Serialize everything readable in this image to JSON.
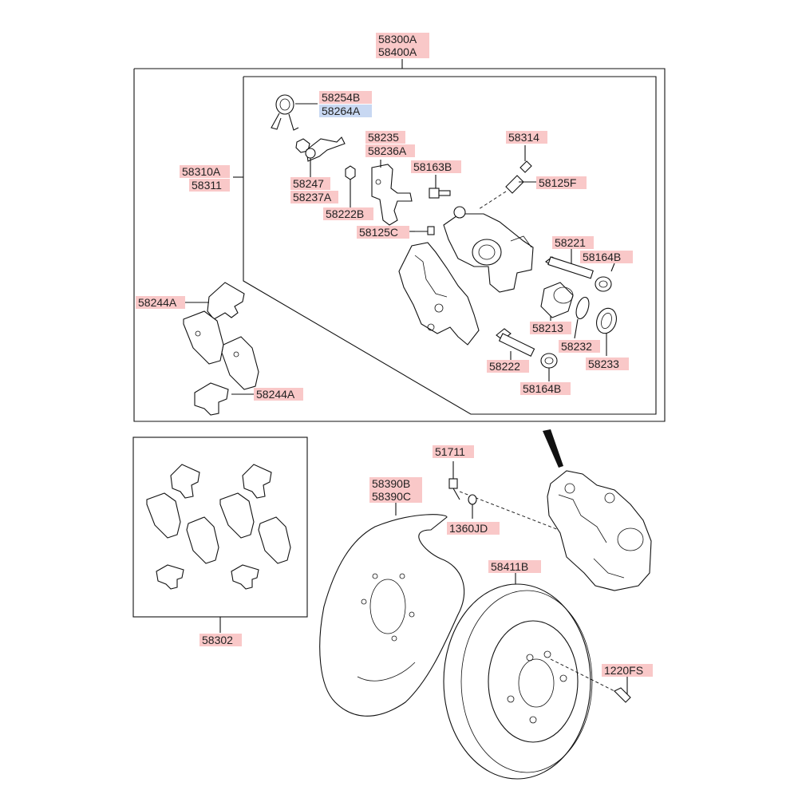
{
  "parts": {
    "assembly_a": "58300A",
    "assembly_b": "58400A",
    "spring_b": "58254B",
    "spring_a": "58264A",
    "caliper_l": "58310A",
    "caliper_r": "58311",
    "bracket_a": "58235",
    "bracket_b": "58236A",
    "pin_cap": "58314",
    "bolt_b": "58163B",
    "bleeder_f": "58125F",
    "clip_a": "58247",
    "clip_b": "58237A",
    "nut": "58222B",
    "bleeder_c": "58125C",
    "guide_pin": "58221",
    "boot_top": "58164B",
    "shim_top": "58244A",
    "shim_bottom": "58244A",
    "piston": "58213",
    "seal": "58232",
    "piston_boot": "58233",
    "guide_pin_lower": "58222",
    "boot_lower": "58164B",
    "bolt": "51711",
    "backplate_b": "58390B",
    "backplate_c": "58390C",
    "washer": "1360JD",
    "pad_kit": "58302",
    "disc": "58411B",
    "screw": "1220FS"
  }
}
